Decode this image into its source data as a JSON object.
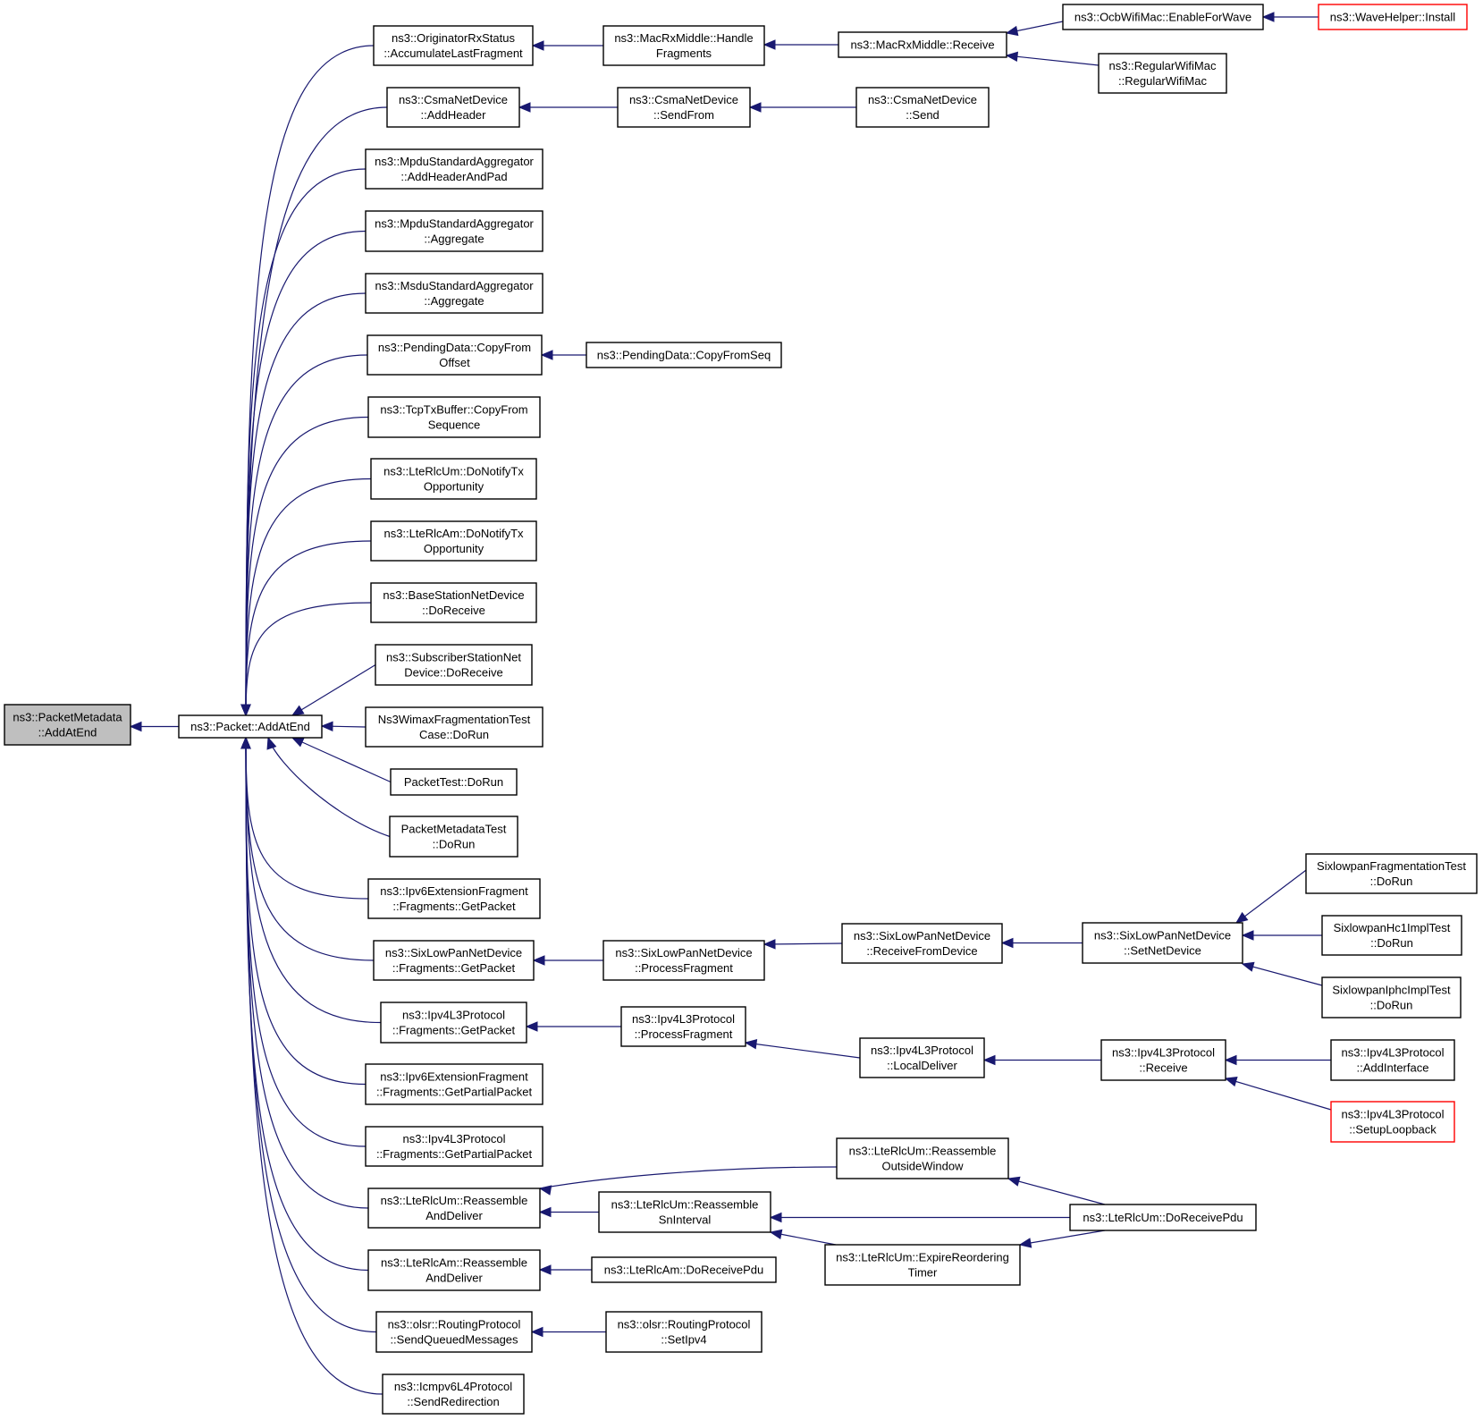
{
  "graph": {
    "nodes": [
      {
        "id": "root",
        "lines": [
          "ns3::PacketMetadata",
          "::AddAtEnd"
        ],
        "style": "root"
      },
      {
        "id": "packet",
        "lines": [
          "ns3::Packet::AddAtEnd"
        ]
      },
      {
        "id": "orig",
        "lines": [
          "ns3::OriginatorRxStatus",
          "::AccumulateLastFragment"
        ]
      },
      {
        "id": "csmaAH",
        "lines": [
          "ns3::CsmaNetDevice",
          "::AddHeader"
        ]
      },
      {
        "id": "mpduAHP",
        "lines": [
          "ns3::MpduStandardAggregator",
          "::AddHeaderAndPad"
        ]
      },
      {
        "id": "mpduAgg",
        "lines": [
          "ns3::MpduStandardAggregator",
          "::Aggregate"
        ]
      },
      {
        "id": "msduAgg",
        "lines": [
          "ns3::MsduStandardAggregator",
          "::Aggregate"
        ]
      },
      {
        "id": "pendCFO",
        "lines": [
          "ns3::PendingData::CopyFrom",
          "Offset"
        ]
      },
      {
        "id": "tcpCFS",
        "lines": [
          "ns3::TcpTxBuffer::CopyFrom",
          "Sequence"
        ]
      },
      {
        "id": "rlcUmNotify",
        "lines": [
          "ns3::LteRlcUm::DoNotifyTx",
          "Opportunity"
        ]
      },
      {
        "id": "rlcAmNotify",
        "lines": [
          "ns3::LteRlcAm::DoNotifyTx",
          "Opportunity"
        ]
      },
      {
        "id": "bsRecv",
        "lines": [
          "ns3::BaseStationNetDevice",
          "::DoReceive"
        ]
      },
      {
        "id": "ssRecv",
        "lines": [
          "ns3::SubscriberStationNet",
          "Device::DoReceive"
        ]
      },
      {
        "id": "wimaxTest",
        "lines": [
          "Ns3WimaxFragmentationTest",
          "Case::DoRun"
        ]
      },
      {
        "id": "packetTest",
        "lines": [
          "PacketTest::DoRun"
        ]
      },
      {
        "id": "pmTest",
        "lines": [
          "PacketMetadataTest",
          "::DoRun"
        ]
      },
      {
        "id": "ipv6ExtGP",
        "lines": [
          "ns3::Ipv6ExtensionFragment",
          "::Fragments::GetPacket"
        ]
      },
      {
        "id": "sixGP",
        "lines": [
          "ns3::SixLowPanNetDevice",
          "::Fragments::GetPacket"
        ]
      },
      {
        "id": "ipv4GP",
        "lines": [
          "ns3::Ipv4L3Protocol",
          "::Fragments::GetPacket"
        ]
      },
      {
        "id": "ipv6ExtGPP",
        "lines": [
          "ns3::Ipv6ExtensionFragment",
          "::Fragments::GetPartialPacket"
        ]
      },
      {
        "id": "ipv4GPP",
        "lines": [
          "ns3::Ipv4L3Protocol",
          "::Fragments::GetPartialPacket"
        ]
      },
      {
        "id": "rlcUmRAD",
        "lines": [
          "ns3::LteRlcUm::Reassemble",
          "AndDeliver"
        ]
      },
      {
        "id": "rlcAmRAD",
        "lines": [
          "ns3::LteRlcAm::Reassemble",
          "AndDeliver"
        ]
      },
      {
        "id": "olsrSQM",
        "lines": [
          "ns3::olsr::RoutingProtocol",
          "::SendQueuedMessages"
        ]
      },
      {
        "id": "icmpSR",
        "lines": [
          "ns3::Icmpv6L4Protocol",
          "::SendRedirection"
        ]
      },
      {
        "id": "macHF",
        "lines": [
          "ns3::MacRxMiddle::Handle",
          "Fragments"
        ]
      },
      {
        "id": "macRecv",
        "lines": [
          "ns3::MacRxMiddle::Receive"
        ]
      },
      {
        "id": "ocbEFW",
        "lines": [
          "ns3::OcbWifiMac::EnableForWave"
        ]
      },
      {
        "id": "waveInst",
        "lines": [
          "ns3::WaveHelper::Install"
        ],
        "style": "red"
      },
      {
        "id": "regWifi",
        "lines": [
          "ns3::RegularWifiMac",
          "::RegularWifiMac"
        ]
      },
      {
        "id": "csmaSF",
        "lines": [
          "ns3::CsmaNetDevice",
          "::SendFrom"
        ]
      },
      {
        "id": "csmaSend",
        "lines": [
          "ns3::CsmaNetDevice",
          "::Send"
        ]
      },
      {
        "id": "pendCFS",
        "lines": [
          "ns3::PendingData::CopyFromSeq"
        ]
      },
      {
        "id": "sixPF",
        "lines": [
          "ns3::SixLowPanNetDevice",
          "::ProcessFragment"
        ]
      },
      {
        "id": "sixRFD",
        "lines": [
          "ns3::SixLowPanNetDevice",
          "::ReceiveFromDevice"
        ]
      },
      {
        "id": "sixSND",
        "lines": [
          "ns3::SixLowPanNetDevice",
          "::SetNetDevice"
        ]
      },
      {
        "id": "sixFragTest",
        "lines": [
          "SixlowpanFragmentationTest",
          "::DoRun"
        ]
      },
      {
        "id": "sixHc1Test",
        "lines": [
          "SixlowpanHc1ImplTest",
          "::DoRun"
        ]
      },
      {
        "id": "sixIphcTest",
        "lines": [
          "SixlowpanIphcImplTest",
          "::DoRun"
        ]
      },
      {
        "id": "ipv4PF",
        "lines": [
          "ns3::Ipv4L3Protocol",
          "::ProcessFragment"
        ]
      },
      {
        "id": "ipv4LD",
        "lines": [
          "ns3::Ipv4L3Protocol",
          "::LocalDeliver"
        ]
      },
      {
        "id": "ipv4Recv",
        "lines": [
          "ns3::Ipv4L3Protocol",
          "::Receive"
        ]
      },
      {
        "id": "ipv4AI",
        "lines": [
          "ns3::Ipv4L3Protocol",
          "::AddInterface"
        ]
      },
      {
        "id": "ipv4SL",
        "lines": [
          "ns3::Ipv4L3Protocol",
          "::SetupLoopback"
        ],
        "style": "red"
      },
      {
        "id": "rlcUmROW",
        "lines": [
          "ns3::LteRlcUm::Reassemble",
          "OutsideWindow"
        ]
      },
      {
        "id": "rlcUmRSI",
        "lines": [
          "ns3::LteRlcUm::Reassemble",
          "SnInterval"
        ]
      },
      {
        "id": "rlcUmERT",
        "lines": [
          "ns3::LteRlcUm::ExpireReordering",
          "Timer"
        ]
      },
      {
        "id": "rlcUmDRP",
        "lines": [
          "ns3::LteRlcUm::DoReceivePdu"
        ]
      },
      {
        "id": "rlcAmDRP",
        "lines": [
          "ns3::LteRlcAm::DoReceivePdu"
        ]
      },
      {
        "id": "olsrSI",
        "lines": [
          "ns3::olsr::RoutingProtocol",
          "::SetIpv4"
        ]
      }
    ],
    "edges": [
      {
        "from": "packet",
        "to": "root"
      },
      {
        "from": "orig",
        "to": "packet"
      },
      {
        "from": "csmaAH",
        "to": "packet"
      },
      {
        "from": "mpduAHP",
        "to": "packet"
      },
      {
        "from": "mpduAgg",
        "to": "packet"
      },
      {
        "from": "msduAgg",
        "to": "packet"
      },
      {
        "from": "pendCFO",
        "to": "packet"
      },
      {
        "from": "tcpCFS",
        "to": "packet"
      },
      {
        "from": "rlcUmNotify",
        "to": "packet"
      },
      {
        "from": "rlcAmNotify",
        "to": "packet"
      },
      {
        "from": "bsRecv",
        "to": "packet"
      },
      {
        "from": "ssRecv",
        "to": "packet"
      },
      {
        "from": "wimaxTest",
        "to": "packet"
      },
      {
        "from": "packetTest",
        "to": "packet"
      },
      {
        "from": "pmTest",
        "to": "packet"
      },
      {
        "from": "ipv6ExtGP",
        "to": "packet"
      },
      {
        "from": "sixGP",
        "to": "packet"
      },
      {
        "from": "ipv4GP",
        "to": "packet"
      },
      {
        "from": "ipv6ExtGPP",
        "to": "packet"
      },
      {
        "from": "ipv4GPP",
        "to": "packet"
      },
      {
        "from": "rlcUmRAD",
        "to": "packet"
      },
      {
        "from": "rlcAmRAD",
        "to": "packet"
      },
      {
        "from": "olsrSQM",
        "to": "packet"
      },
      {
        "from": "icmpSR",
        "to": "packet"
      },
      {
        "from": "macHF",
        "to": "orig"
      },
      {
        "from": "macRecv",
        "to": "macHF"
      },
      {
        "from": "ocbEFW",
        "to": "macRecv"
      },
      {
        "from": "regWifi",
        "to": "macRecv"
      },
      {
        "from": "waveInst",
        "to": "ocbEFW"
      },
      {
        "from": "csmaSF",
        "to": "csmaAH"
      },
      {
        "from": "csmaSend",
        "to": "csmaSF"
      },
      {
        "from": "pendCFS",
        "to": "pendCFO"
      },
      {
        "from": "sixPF",
        "to": "sixGP"
      },
      {
        "from": "sixRFD",
        "to": "sixPF"
      },
      {
        "from": "sixSND",
        "to": "sixRFD"
      },
      {
        "from": "sixFragTest",
        "to": "sixSND"
      },
      {
        "from": "sixHc1Test",
        "to": "sixSND"
      },
      {
        "from": "sixIphcTest",
        "to": "sixSND"
      },
      {
        "from": "ipv4PF",
        "to": "ipv4GP"
      },
      {
        "from": "ipv4LD",
        "to": "ipv4PF"
      },
      {
        "from": "ipv4Recv",
        "to": "ipv4LD"
      },
      {
        "from": "ipv4AI",
        "to": "ipv4Recv"
      },
      {
        "from": "ipv4SL",
        "to": "ipv4Recv"
      },
      {
        "from": "rlcUmROW",
        "to": "rlcUmRAD"
      },
      {
        "from": "rlcUmRSI",
        "to": "rlcUmRAD"
      },
      {
        "from": "rlcUmDRP",
        "to": "rlcUmROW"
      },
      {
        "from": "rlcUmDRP",
        "to": "rlcUmRSI"
      },
      {
        "from": "rlcUmERT",
        "to": "rlcUmRSI"
      },
      {
        "from": "rlcUmDRP",
        "to": "rlcUmERT"
      },
      {
        "from": "rlcAmDRP",
        "to": "rlcAmRAD"
      },
      {
        "from": "olsrSI",
        "to": "olsrSQM"
      }
    ]
  },
  "colors": {
    "edge": "#191970",
    "root_fill": "#bfbfbf",
    "truncated_border": "#ff0000"
  }
}
